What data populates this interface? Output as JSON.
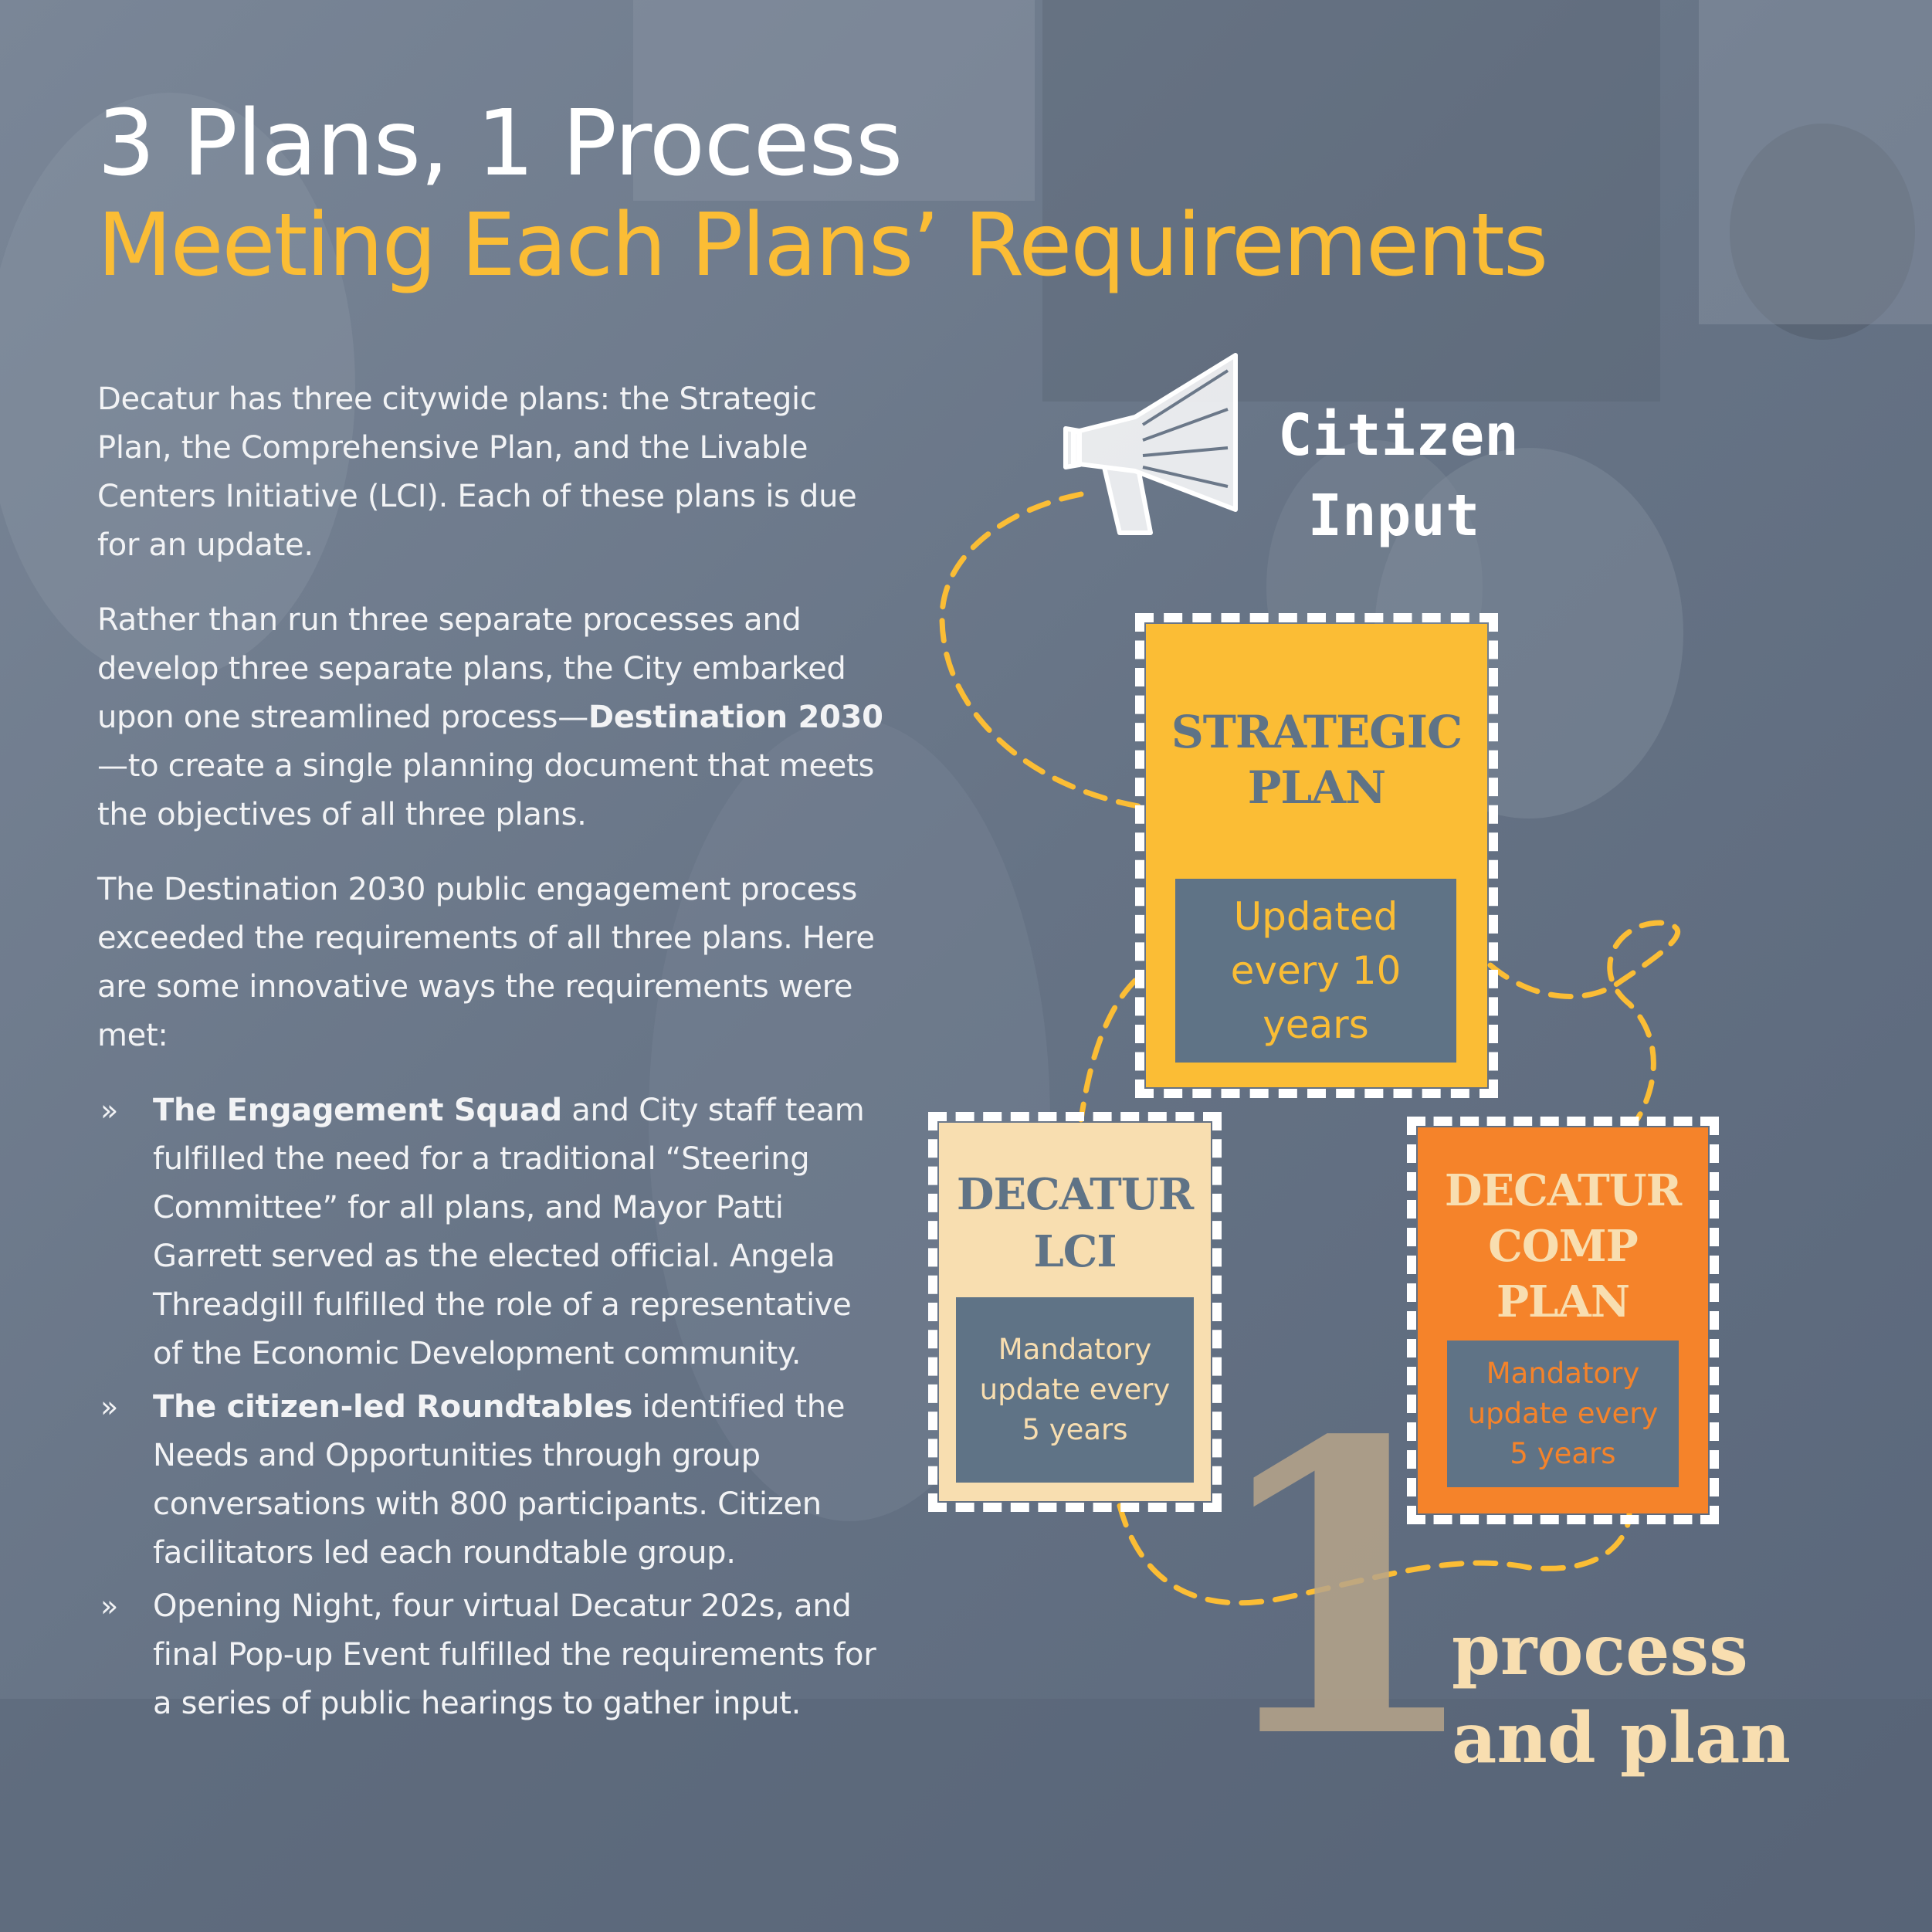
{
  "header": {
    "title": "3 Plans, 1 Process",
    "subtitle": "Meeting Each Plans’ Requirements"
  },
  "body": {
    "p1": "Decatur has three citywide plans: the Strategic Plan, the Comprehensive Plan, and the Livable Centers Initiative (LCI). Each of these plans is due for an update.",
    "p2_a": "Rather than run three separate processes and develop three separate plans, the City embarked upon one streamlined process—",
    "p2_bold": "Destination 2030",
    "p2_b": "—to create a single planning document that meets the objectives of all three plans.",
    "p3": "The Destination 2030 public engagement process exceeded the requirements of all three plans. Here are some innovative ways the requirements were met:",
    "bullet_marker": "»",
    "bullets": [
      {
        "bold": "The Engagement Squad",
        "text": " and City staff team fulfilled the need for a traditional “Steering Committee” for all plans, and Mayor Patti Garrett served as the elected official. Angela Threadgill fulfilled the role of a representative of the Economic Development community."
      },
      {
        "bold": "The citizen-led Roundtables",
        "text": " identified the Needs and Opportunities through group conversations with 800 participants. Citizen facilitators led each roundtable group."
      },
      {
        "bold": "",
        "text": "Opening Night, four virtual Decatur 202s, and final Pop-up Event fulfilled the requirements for a series of public hearings to gather input."
      }
    ]
  },
  "diagram": {
    "citizen_line1": "Citizen",
    "citizen_line2": "Input",
    "megaphone_icon": "megaphone-icon",
    "strategic": {
      "title_line1": "Strategic",
      "title_line2": "Plan",
      "note_line1": "Updated",
      "note_line2": "every 10",
      "note_line3": "years"
    },
    "lci": {
      "title_line1": "Decatur",
      "title_line2": "LCI",
      "note_line1": "Mandatory",
      "note_line2": "update every",
      "note_line3": "5 years"
    },
    "comp": {
      "title_line1": "Decatur",
      "title_line2": "Comp",
      "title_line3": "Plan",
      "note_line1": "Mandatory",
      "note_line2": "update every",
      "note_line3": "5 years"
    },
    "big_number": "1",
    "process_line1": "process",
    "process_line2": "and plan"
  },
  "colors": {
    "yellow": "#fbbd35",
    "orange": "#f5832a",
    "cream": "#f8deb0",
    "slate": "#5f7386",
    "background": "#6b7889"
  }
}
